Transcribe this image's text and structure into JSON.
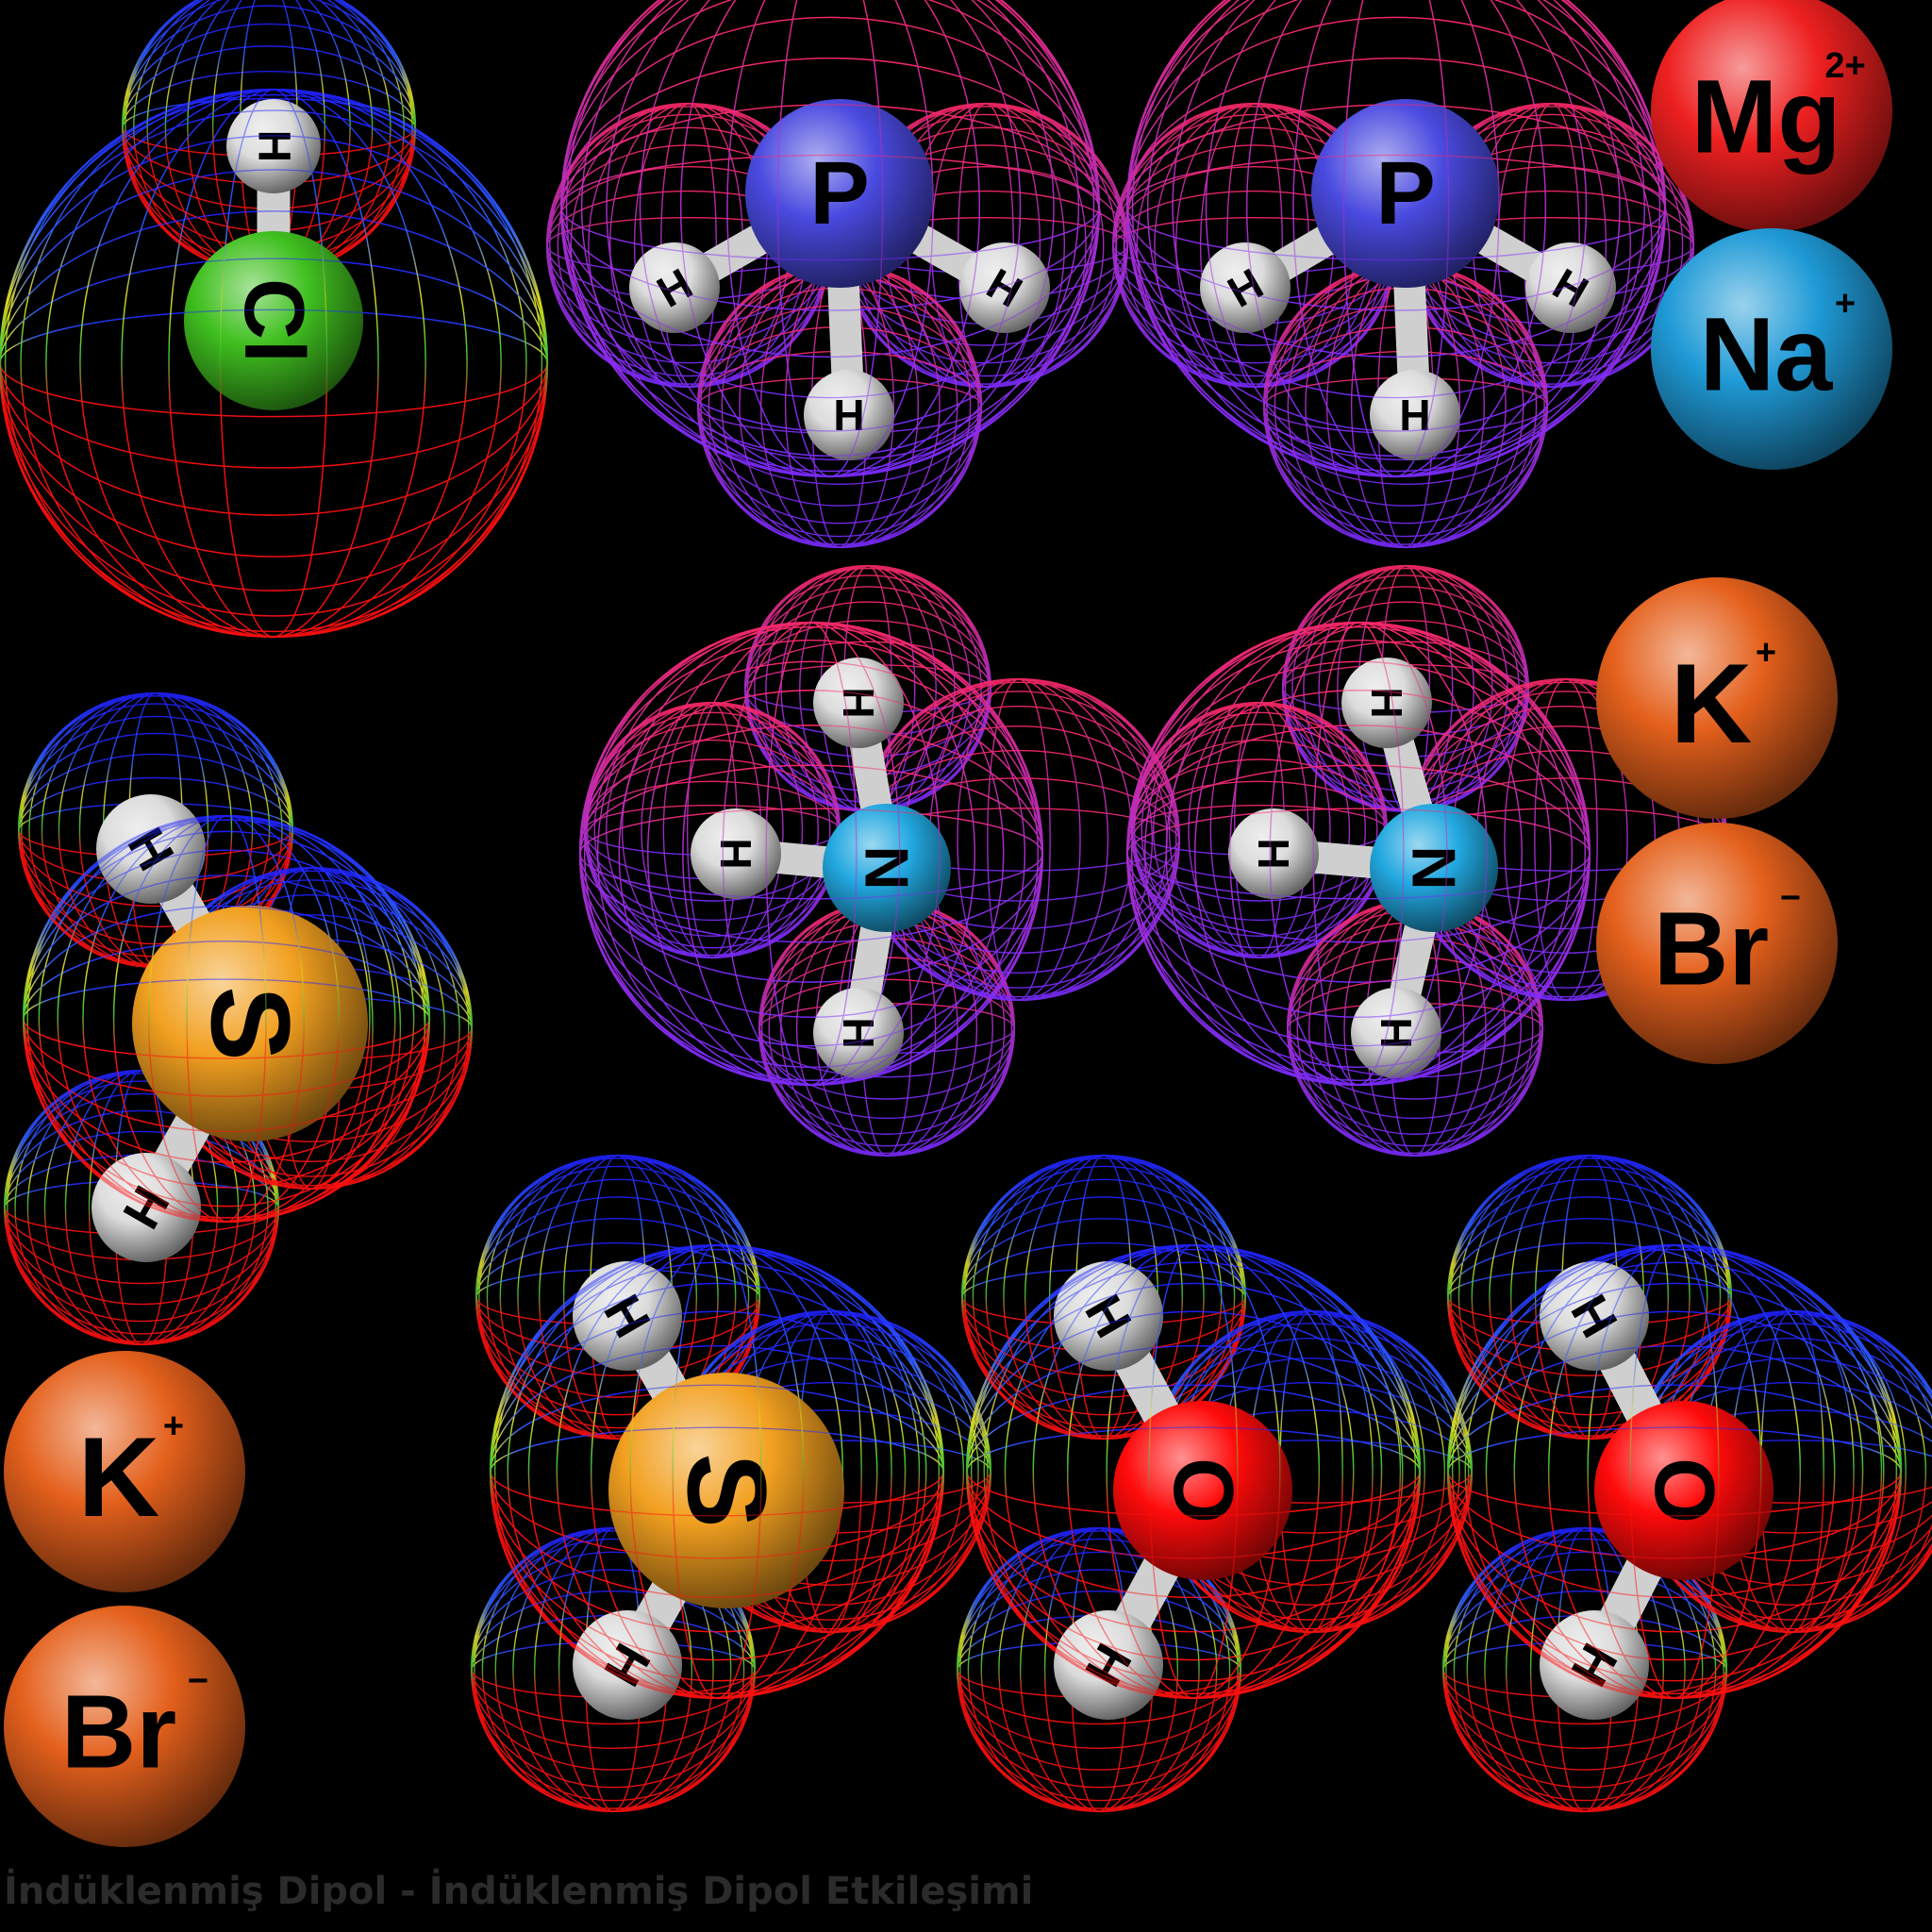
{
  "caption": "İndüklenmiş Dipol - İndüklenmiş Dipol Etkileşimi",
  "colors": {
    "background": "#000000",
    "mesh_positive": "#2020ff",
    "mesh_negative": "#ff1010",
    "mesh_nonpolar": "#b030d0",
    "hydrogen": "#dcdcdc",
    "chlorine": "#40c020",
    "phosphorus": "#4a4ae0",
    "nitrogen": "#22a8e0",
    "sulfur": "#f2a020",
    "oxygen": "#ff0a0a",
    "magnesium": "#ee2020",
    "sodium": "#1f9ad6",
    "potassium": "#e4601c",
    "bromide": "#e4601c"
  },
  "molecules": [
    {
      "name": "HCl",
      "center": "Cl",
      "center_color": "chlorine",
      "mesh": "polar",
      "hydrogens": 1
    },
    {
      "name": "PH3",
      "center": "P",
      "center_color": "phosphorus",
      "mesh": "nonpolar",
      "hydrogens": 3
    },
    {
      "name": "PH3",
      "center": "P",
      "center_color": "phosphorus",
      "mesh": "nonpolar",
      "hydrogens": 3
    },
    {
      "name": "NH3",
      "center": "N",
      "center_color": "nitrogen",
      "mesh": "nonpolar",
      "hydrogens": 3
    },
    {
      "name": "NH3",
      "center": "N",
      "center_color": "nitrogen",
      "mesh": "nonpolar",
      "hydrogens": 3
    },
    {
      "name": "H2S",
      "center": "S",
      "center_color": "sulfur",
      "mesh": "polar",
      "hydrogens": 2
    },
    {
      "name": "H2S",
      "center": "S",
      "center_color": "sulfur",
      "mesh": "polar",
      "hydrogens": 2
    },
    {
      "name": "H2O",
      "center": "O",
      "center_color": "oxygen",
      "mesh": "polar",
      "hydrogens": 2
    },
    {
      "name": "H2O",
      "center": "O",
      "center_color": "oxygen",
      "mesh": "polar",
      "hydrogens": 2
    }
  ],
  "hydrogen_label": "H",
  "ions": [
    {
      "symbol": "Mg",
      "charge": "2+",
      "color": "magnesium"
    },
    {
      "symbol": "Na",
      "charge": "+",
      "color": "sodium"
    },
    {
      "symbol": "K",
      "charge": "+",
      "color": "potassium"
    },
    {
      "symbol": "Br",
      "charge": "−",
      "color": "bromide"
    },
    {
      "symbol": "K",
      "charge": "+",
      "color": "potassium"
    },
    {
      "symbol": "Br",
      "charge": "−",
      "color": "bromide"
    }
  ]
}
